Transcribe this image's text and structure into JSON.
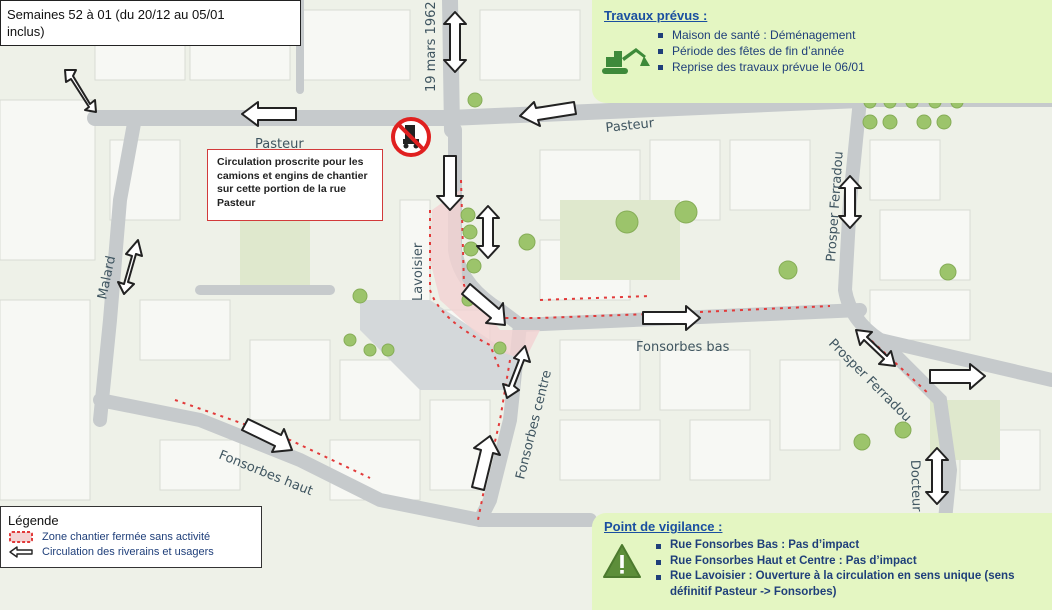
{
  "header": {
    "period_line1": "Semaines 52 à 01 (du 20/12 au 05/01",
    "period_line2": "inclus)"
  },
  "works": {
    "title": "Travaux prévus :",
    "items": [
      "Maison de santé : Déménagement",
      "Période des fêtes de fin d’année",
      "Reprise des travaux prévue le 06/01"
    ],
    "icon": "excavator-icon"
  },
  "restriction": {
    "text_line1": "Circulation proscrite pour les",
    "text_line2": "camions et engins de chantier",
    "text_line3": "sur cette portion de la rue",
    "text_line4": "Pasteur",
    "sign_icon": "no-trucks-sign-icon"
  },
  "streets": {
    "pasteur_west": "Pasteur",
    "pasteur_east": "Pasteur",
    "mars_1962": "19 mars 1962",
    "prosper_ferradou_north": "Prosper Ferradou",
    "prosper_ferradou_south": "Prosper Ferradou",
    "lavoisier": "Lavoisier",
    "malard": "Malard",
    "fonsorbes_bas": "Fonsorbes bas",
    "fonsorbes_centre": "Fonsorbes centre",
    "fonsorbes_haut": "Fonsorbes haut",
    "docteur": "Docteur"
  },
  "legend": {
    "title": "Légende",
    "items": [
      {
        "label": "Zone chantier fermée sans activité",
        "icon": "closed-zone-icon",
        "color": "#e23a3a"
      },
      {
        "label": "Circulation des riverains et usagers",
        "icon": "arrow-left-icon"
      }
    ]
  },
  "vigilance": {
    "title": "Point de vigilance :",
    "items": [
      "Rue Fonsorbes Bas : Pas d’impact",
      "Rue Fonsorbes Haut et Centre : Pas d’impact",
      "Rue Lavoisier : Ouverture à la circulation en sens unique (sens",
      "définitif Pasteur -> Fonsorbes)"
    ],
    "icon": "warning-icon"
  },
  "colors": {
    "panel_green": "#e4f6c2",
    "title_blue": "#1a4fa0",
    "text_blue": "#1f3f7a",
    "zone_red": "#e23a3a",
    "map_bg": "#edf0e6",
    "road": "#c4c8ca"
  }
}
